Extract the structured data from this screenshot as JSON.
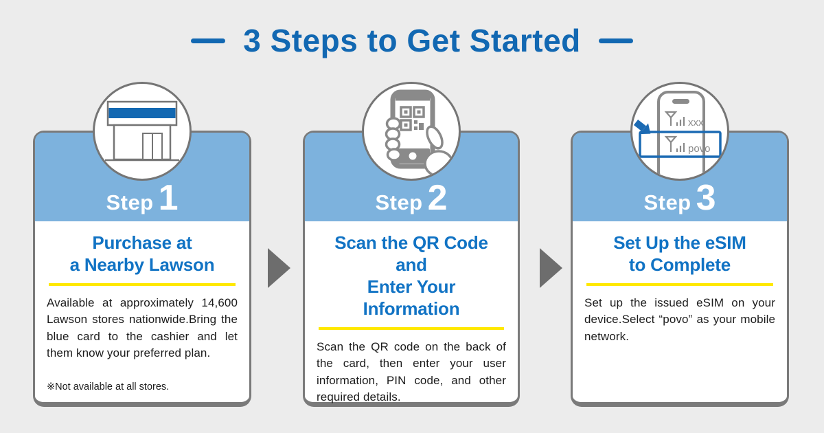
{
  "page": {
    "title": "3 Steps to Get Started",
    "colors": {
      "background": "#ececec",
      "title_blue": "#1268b2",
      "card_title_blue": "#1173c4",
      "step_band_blue": "#7db2dd",
      "underline_yellow": "#ffe800",
      "card_border_gray": "#7a7a7a",
      "icon_gray": "#8a8a8a",
      "flow_arrow_gray": "#6d6d6d",
      "body_text": "#1c1c1c"
    }
  },
  "steps": [
    {
      "step_label": "Step",
      "step_number": "1",
      "icon": "lawson-store-icon",
      "title_line1": "Purchase at",
      "title_line2": "a Nearby Lawson",
      "body": "Available at approximately 14,600 Lawson stores nationwide.Bring the blue card to the cashier and let them know your preferred plan.",
      "note": "※Not available at all stores."
    },
    {
      "step_label": "Step",
      "step_number": "2",
      "icon": "qr-scan-phone-icon",
      "title_line1": "Scan the QR Code and",
      "title_line2": "Enter Your Information",
      "body": "Scan the QR code on the back of the card, then enter your user information, PIN code, and other required details."
    },
    {
      "step_label": "Step",
      "step_number": "3",
      "icon": "esim-setup-phone-icon",
      "title_line1": "Set Up the eSIM",
      "title_line2": "to Complete",
      "body": "Set up the issued eSIM on your device.Select “povo” as your mobile network."
    }
  ],
  "esim_icon": {
    "network_other": "xxx",
    "network_povo": "povo"
  }
}
